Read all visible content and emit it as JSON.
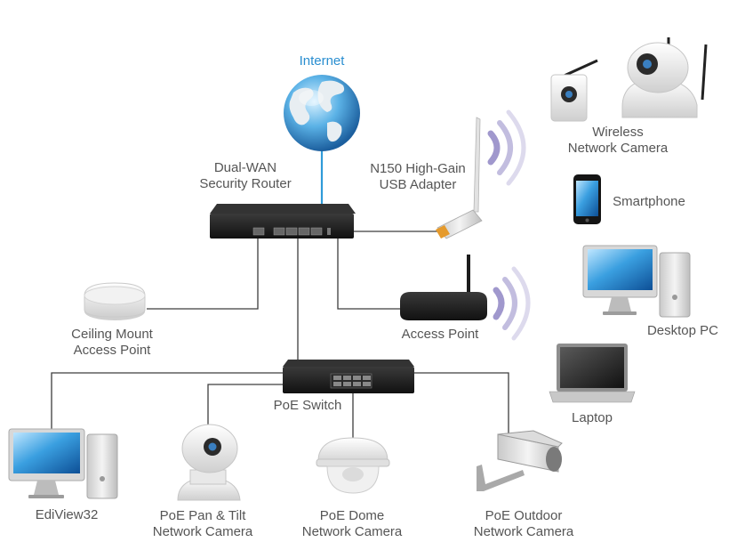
{
  "labels": {
    "internet": "Internet",
    "router": [
      "Dual-WAN",
      "Security Router"
    ],
    "usb_adapter": [
      "N150 High-Gain",
      "USB Adapter"
    ],
    "wireless_camera": [
      "Wireless",
      "Network Camera"
    ],
    "smartphone": "Smartphone",
    "ceiling_ap": [
      "Ceiling Mount",
      "Access Point"
    ],
    "access_point": "Access Point",
    "desktop_pc": "Desktop PC",
    "laptop": "Laptop",
    "poe_switch": "PoE Switch",
    "ediview": "EdiView32",
    "pan_tilt": [
      "PoE Pan & Tilt",
      "Network Camera"
    ],
    "dome": [
      "PoE Dome",
      "Network Camera"
    ],
    "outdoor": [
      "PoE Outdoor",
      "Network Camera"
    ]
  },
  "colors": {
    "line": "#3d3d3d",
    "internet_line": "#2f9bd8",
    "label_text": "#555555",
    "internet_text": "#2a8ed0",
    "wifi_waves": "#8f86c4",
    "device_black": "#1c1c1c"
  }
}
